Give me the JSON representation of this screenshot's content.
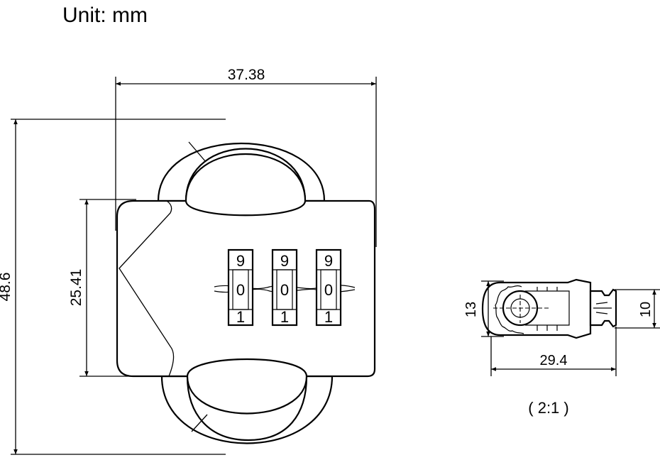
{
  "unit_label": "Unit:  mm",
  "dimensions": {
    "overall_width": "37.38",
    "overall_height": "48.6",
    "body_height": "25.41",
    "side_height": "13",
    "side_width": "29.4",
    "shackle_thickness": "10"
  },
  "dials": [
    "9",
    "0",
    "1"
  ],
  "scale_note": "( 2:1 )"
}
